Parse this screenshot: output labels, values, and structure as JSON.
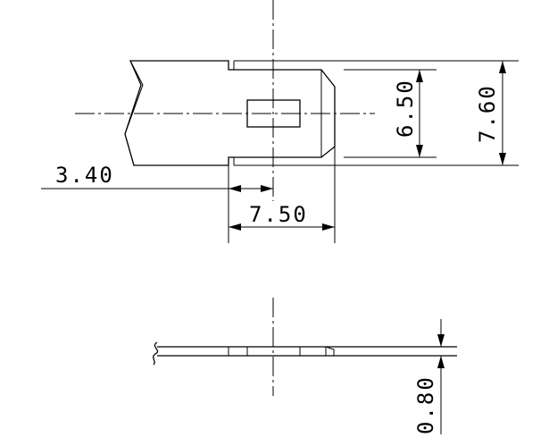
{
  "dimensions": {
    "d_340": "3.40",
    "d_750": "7.50",
    "d_650": "6.50",
    "d_760": "7.60",
    "d_080": "0.80"
  },
  "colors": {
    "line": "#000000",
    "background": "#ffffff"
  }
}
